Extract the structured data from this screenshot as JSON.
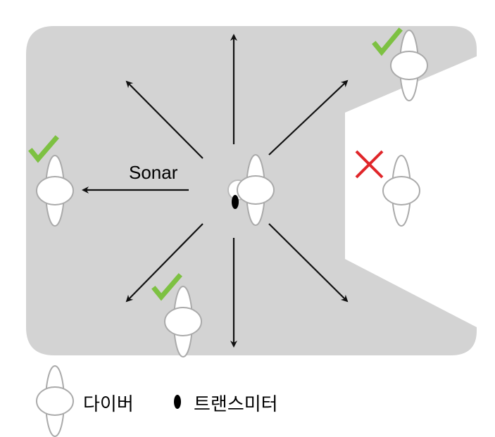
{
  "labels": {
    "sonar": "Sonar"
  },
  "legend": {
    "diver": "다이버",
    "transmitter": "트랜스미터"
  },
  "colors": {
    "area": "#d3d3d3",
    "check": "#7dc142",
    "cross": "#e0262a",
    "arrow": "#111111"
  },
  "divers": [
    {
      "name": "diver-top-right",
      "status": "check"
    },
    {
      "name": "diver-left",
      "status": "check"
    },
    {
      "name": "diver-bottom",
      "status": "check"
    },
    {
      "name": "diver-outside",
      "status": "cross"
    },
    {
      "name": "diver-center",
      "status": "with-transmitter"
    }
  ]
}
